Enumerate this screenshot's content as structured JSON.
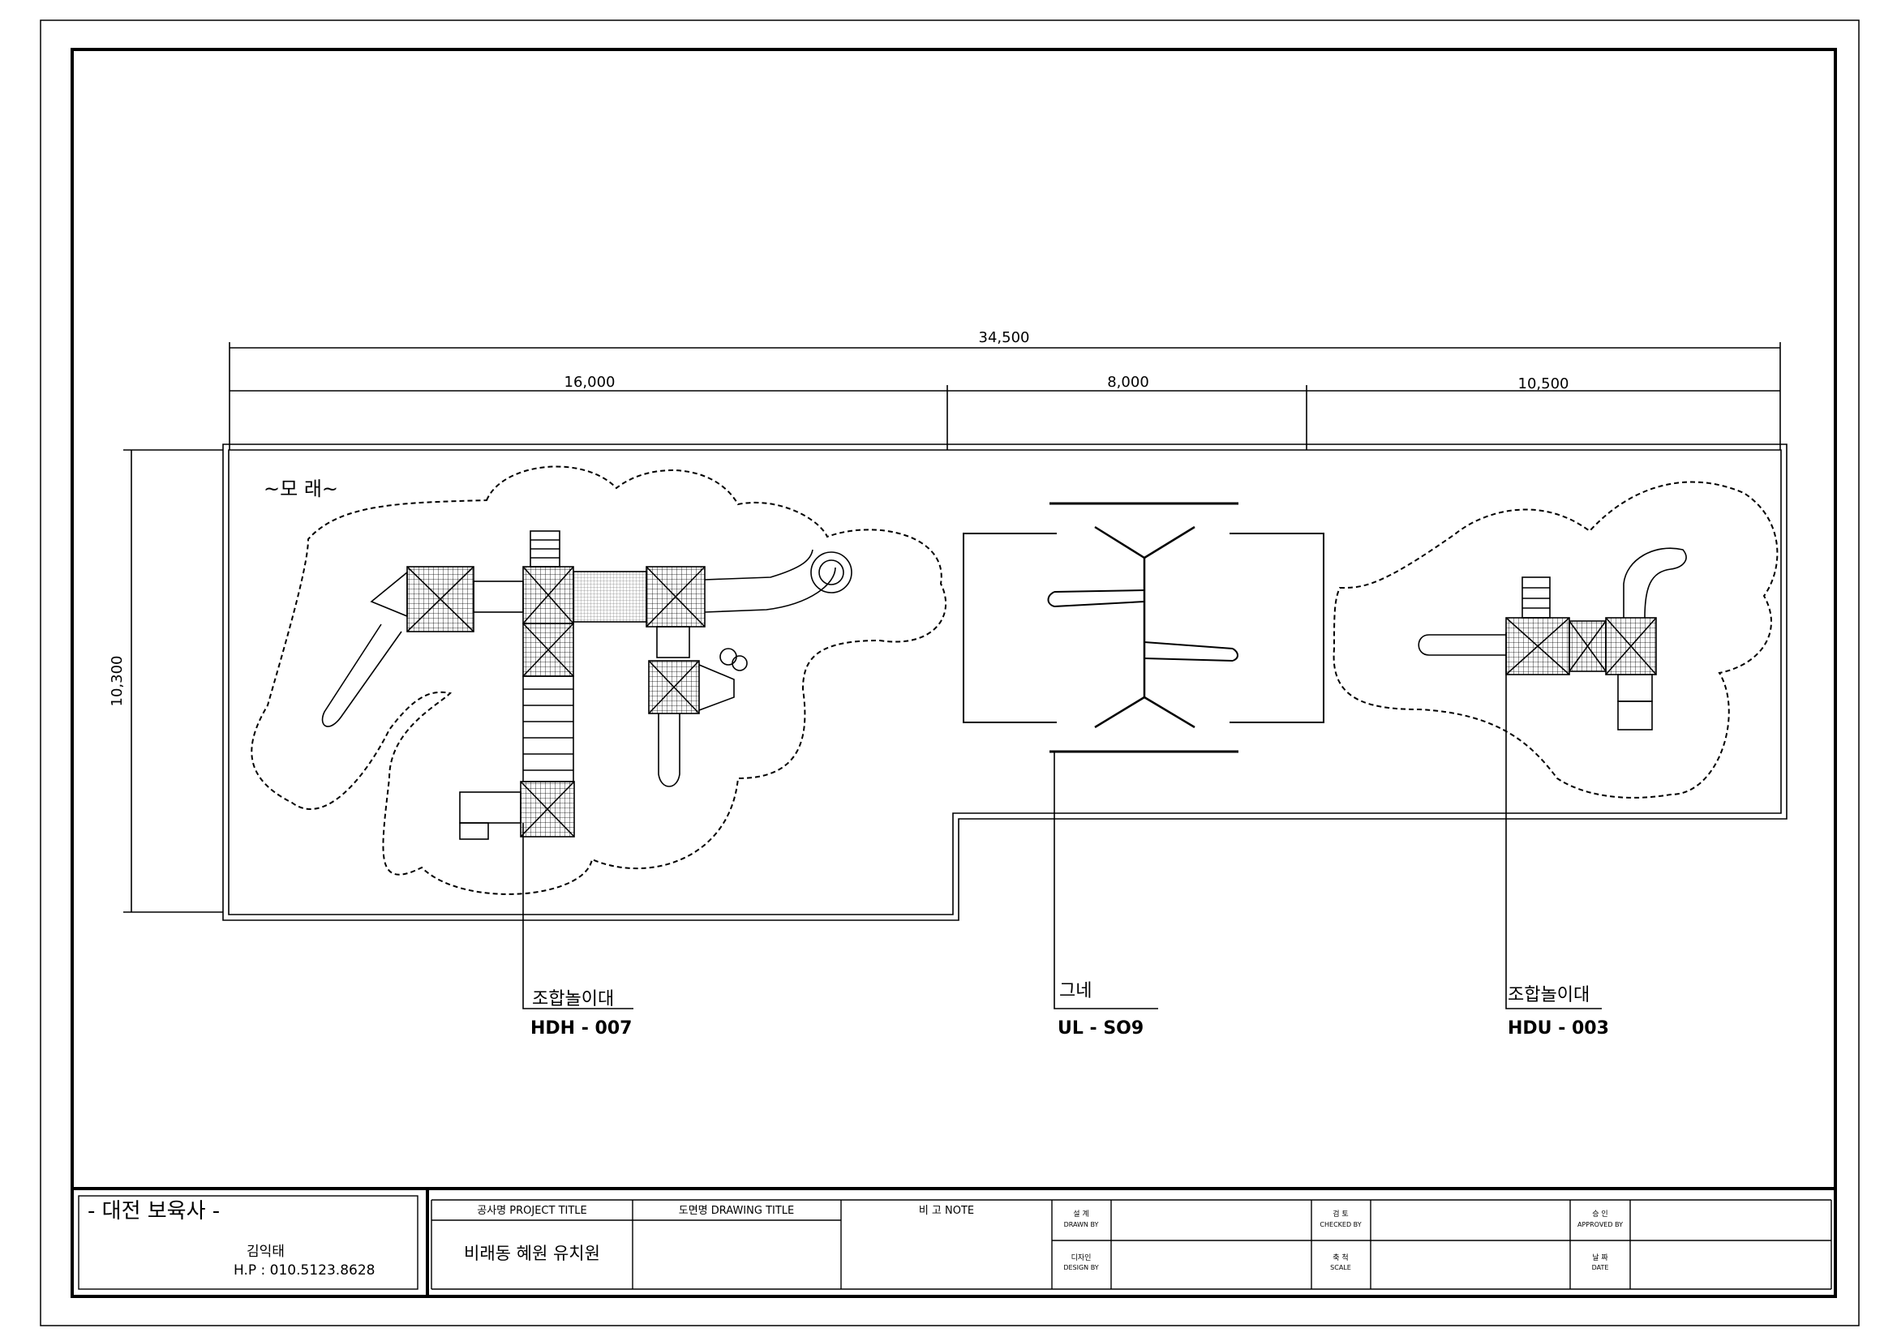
{
  "dimensions": {
    "overall": "34,500",
    "left": "16,000",
    "middle": "8,000",
    "right": "10,500",
    "height": "10,300"
  },
  "area_label": "~모 래~",
  "equipment": [
    {
      "name": "조합놀이대",
      "code": "HDH - 007"
    },
    {
      "name": "그네",
      "code": "UL - SO9"
    },
    {
      "name": "조합놀이대",
      "code": "HDU - 003"
    }
  ],
  "title_block": {
    "company": "- 대전 보육사 -",
    "contact_name": "김익태",
    "contact_phone": "H.P : 010.5123.8628",
    "project_title_header": "공사명 PROJECT TITLE",
    "project_title": "비래동 혜원 유치원",
    "drawing_title_header": "도면명 DRAWING TITLE",
    "note_header": "비 고 NOTE",
    "drawn_by": {
      "ko": "설 계",
      "en": "DRAWN BY"
    },
    "design_by": {
      "ko": "디자인",
      "en": "DESIGN BY"
    },
    "checked_by": {
      "ko": "검 토",
      "en": "CHECKED BY"
    },
    "scale": {
      "ko": "축 척",
      "en": "SCALE"
    },
    "approved_by": {
      "ko": "승 인",
      "en": "APPROVED BY"
    },
    "date": {
      "ko": "날 짜",
      "en": "DATE"
    }
  }
}
